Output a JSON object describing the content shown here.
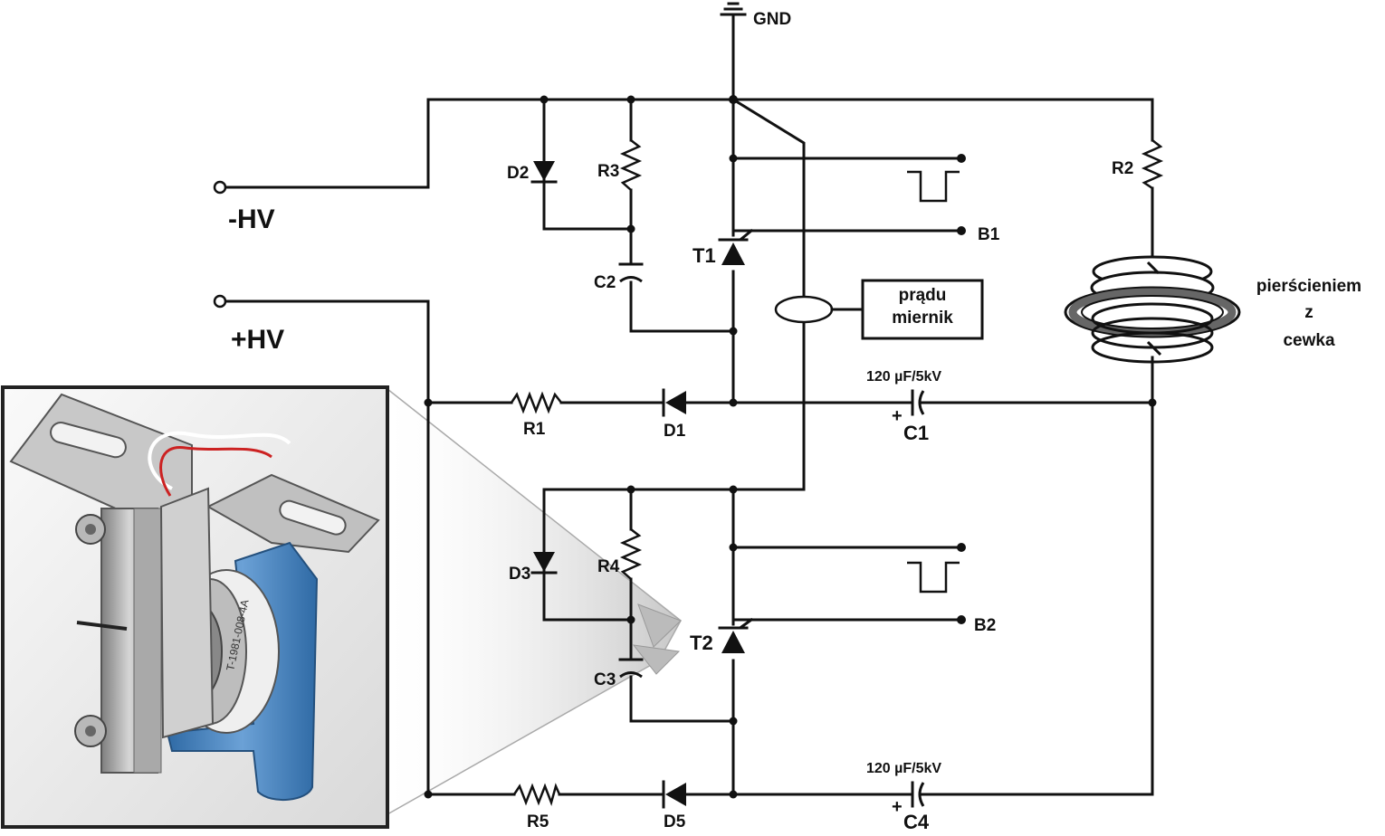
{
  "terminals": {
    "gnd": "GND",
    "neg_hv": "-HV",
    "pos_hv": "+HV",
    "b1": "B1",
    "b2": "B2"
  },
  "components": {
    "r1": "R1",
    "r2": "R2",
    "r3": "R3",
    "r4": "R4",
    "r5": "R5",
    "d1": "D1",
    "d2": "D2",
    "d3": "D3",
    "d5": "D5",
    "c1": "C1",
    "c2": "C2",
    "c3": "C3",
    "c4": "C4",
    "t1": "T1",
    "t2": "T2",
    "c1_value": "120 µF/5kV",
    "c4_value": "120 µF/5kV"
  },
  "meter": {
    "line1": "miernik",
    "line2": "prądu"
  },
  "coil": {
    "line1": "cewka",
    "line2": "z",
    "line3": "pierścieniem"
  },
  "photo": {
    "part_marking": "T-1981-008-4A"
  },
  "colors": {
    "wire": "#111111",
    "background": "#ffffff",
    "photo_frame": "#222222",
    "cooler_blue": "#4a86c0",
    "ring_gray": "#666666"
  }
}
